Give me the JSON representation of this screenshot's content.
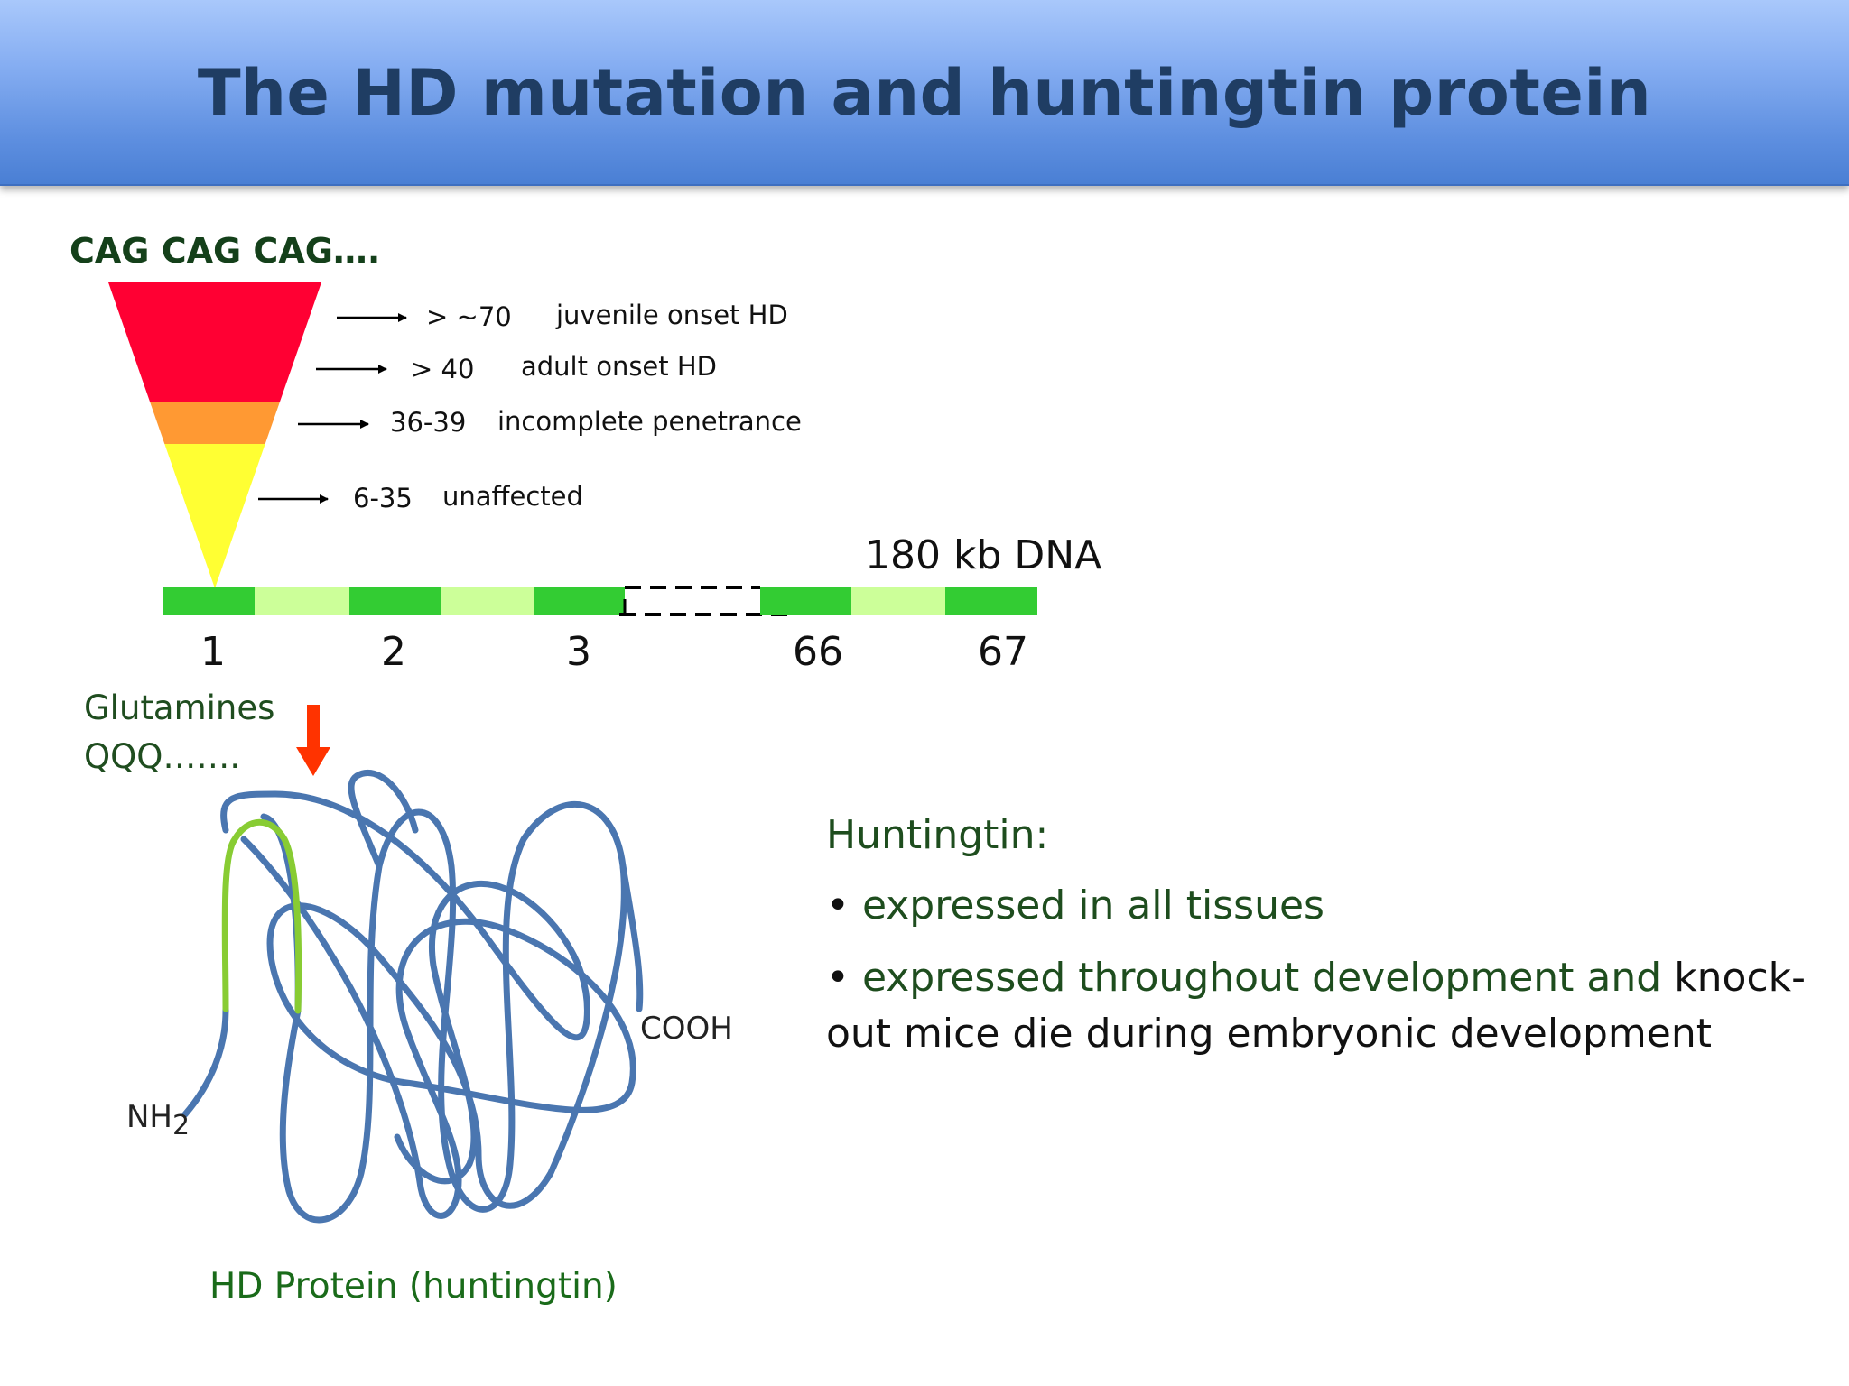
{
  "title": "The HD mutation and huntingtin protein",
  "cag_sequence": "CAG CAG CAG….",
  "repeat_levels": [
    {
      "range": "> ~70",
      "label": "juvenile onset HD",
      "color": "#ff0033"
    },
    {
      "range": "> 40",
      "label": "adult onset HD",
      "color": "#ff0033"
    },
    {
      "range": "36-39",
      "label": "incomplete penetrance",
      "color": "#ff9933"
    },
    {
      "range": "6-35",
      "label": "unaffected",
      "color": "#ffff33"
    }
  ],
  "dna_label": "180 kb DNA",
  "exon_labels": [
    "1",
    "2",
    "3",
    "66",
    "67"
  ],
  "glutamines": {
    "line1": "Glutamines",
    "line2": "QQQ……."
  },
  "protein": {
    "n_terminus": "NH",
    "n_terminus_sub": "2",
    "c_terminus": "COOH",
    "caption": "HD Protein (huntingtin)"
  },
  "huntingtin": {
    "heading": "Huntingtin:",
    "bullet_1": "expressed in all tissues",
    "bullet_2_a": "expressed throughout development and",
    "bullet_2_b": " knock-out mice die during embryonic development"
  },
  "colors": {
    "exon_dark": "#33cc33",
    "exon_light": "#ccff99",
    "protein_chain": "#4a76b0",
    "polyq_segment": "#88cc33",
    "arrow_red": "#ff3300"
  }
}
